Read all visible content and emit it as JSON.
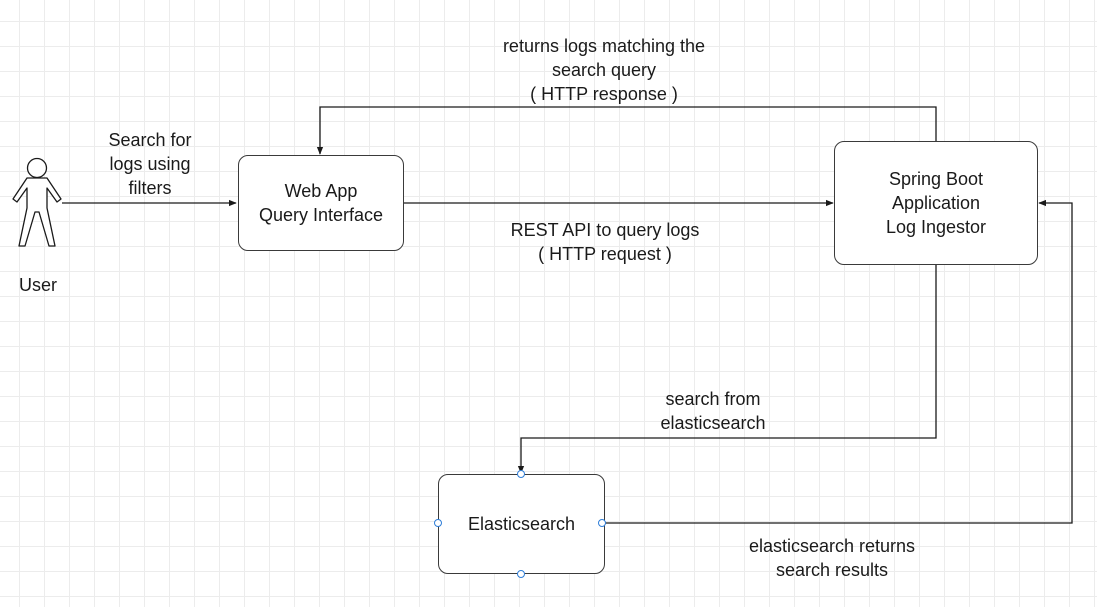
{
  "actor": {
    "label": "User",
    "icon": "person-icon"
  },
  "nodes": {
    "webapp": {
      "lines": [
        "Web App",
        "Query Interface"
      ]
    },
    "spring": {
      "lines": [
        "Spring Boot",
        "Application",
        "Log Ingestor"
      ]
    },
    "elastic": {
      "lines": [
        "Elasticsearch"
      ]
    }
  },
  "edges": {
    "user_to_webapp": {
      "lines": [
        "Search for",
        "logs using",
        "filters"
      ]
    },
    "webapp_to_spring": {
      "lines": [
        "REST API to query logs",
        "( HTTP request )"
      ]
    },
    "spring_to_webapp": {
      "lines": [
        "returns logs matching the",
        "search query",
        "( HTTP response )"
      ]
    },
    "spring_to_elastic": {
      "lines": [
        "search from",
        "elasticsearch"
      ]
    },
    "elastic_to_spring": {
      "lines": [
        "elasticsearch returns",
        "search results"
      ]
    }
  },
  "colors": {
    "line": "#1a1a1a",
    "node_border": "#3a3a3a",
    "selection_handle": "#2f7ed8",
    "grid": "#ececec"
  }
}
